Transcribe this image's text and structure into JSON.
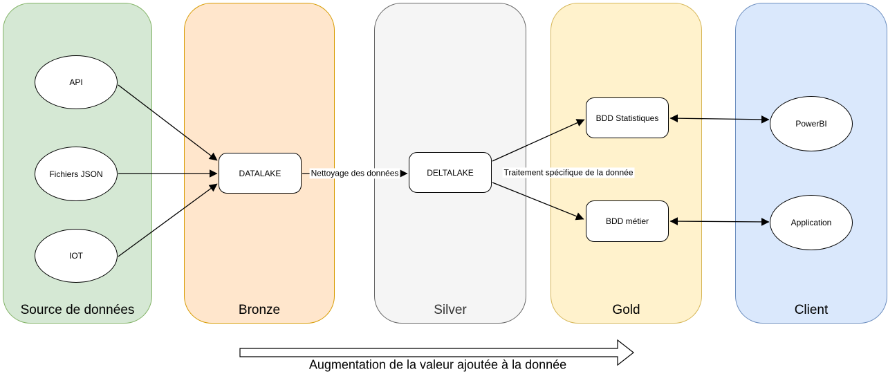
{
  "diagram": {
    "title_hint": "Medallion data architecture flow",
    "columns": [
      {
        "id": "source",
        "label": "Source de données",
        "fill": "#d5e8d4",
        "stroke": "#82b366",
        "text_color": "#000000"
      },
      {
        "id": "bronze",
        "label": "Bronze",
        "fill": "#ffe6cc",
        "stroke": "#d79b00",
        "text_color": "#000000"
      },
      {
        "id": "silver",
        "label": "Silver",
        "fill": "#f5f5f5",
        "stroke": "#666666",
        "text_color": "#333333"
      },
      {
        "id": "gold",
        "label": "Gold",
        "fill": "#fff2cc",
        "stroke": "#d6b656",
        "text_color": "#000000"
      },
      {
        "id": "client",
        "label": "Client",
        "fill": "#dae8fc",
        "stroke": "#6c8ebf",
        "text_color": "#000000"
      }
    ],
    "nodes": {
      "api": {
        "label": "API",
        "shape": "ellipse",
        "column": "source"
      },
      "fichiers_json": {
        "label": "Fichiers JSON",
        "shape": "ellipse",
        "column": "source"
      },
      "iot": {
        "label": "IOT",
        "shape": "ellipse",
        "column": "source"
      },
      "datalake": {
        "label": "DATALAKE",
        "shape": "box",
        "column": "bronze"
      },
      "deltalake": {
        "label": "DELTALAKE",
        "shape": "box",
        "column": "silver"
      },
      "bdd_statistiques": {
        "label": "BDD Statistiques",
        "shape": "box",
        "column": "gold"
      },
      "bdd_metier": {
        "label": "BDD métier",
        "shape": "box",
        "column": "gold"
      },
      "powerbi": {
        "label": "PowerBI",
        "shape": "ellipse",
        "column": "client"
      },
      "application": {
        "label": "Application",
        "shape": "ellipse",
        "column": "client"
      }
    },
    "edges": [
      {
        "from": "api",
        "to": "datalake",
        "direction": "single",
        "label": ""
      },
      {
        "from": "fichiers_json",
        "to": "datalake",
        "direction": "single",
        "label": ""
      },
      {
        "from": "iot",
        "to": "datalake",
        "direction": "single",
        "label": ""
      },
      {
        "from": "datalake",
        "to": "deltalake",
        "direction": "single",
        "label": "Nettoyage des données"
      },
      {
        "from": "deltalake",
        "to": "bdd_statistiques",
        "direction": "single",
        "label": "Traitement spécifique de la donnée"
      },
      {
        "from": "deltalake",
        "to": "bdd_metier",
        "direction": "single",
        "label": ""
      },
      {
        "from": "bdd_statistiques",
        "to": "powerbi",
        "direction": "double",
        "label": ""
      },
      {
        "from": "bdd_metier",
        "to": "application",
        "direction": "double",
        "label": ""
      }
    ],
    "edge_labels": {
      "nettoyage": "Nettoyage des données",
      "traitement": "Traitement spécifique de la donnée"
    },
    "bottom_arrow": {
      "label": "Augmentation de la valeur ajoutée à la donnée"
    },
    "line_color": "#000000"
  }
}
